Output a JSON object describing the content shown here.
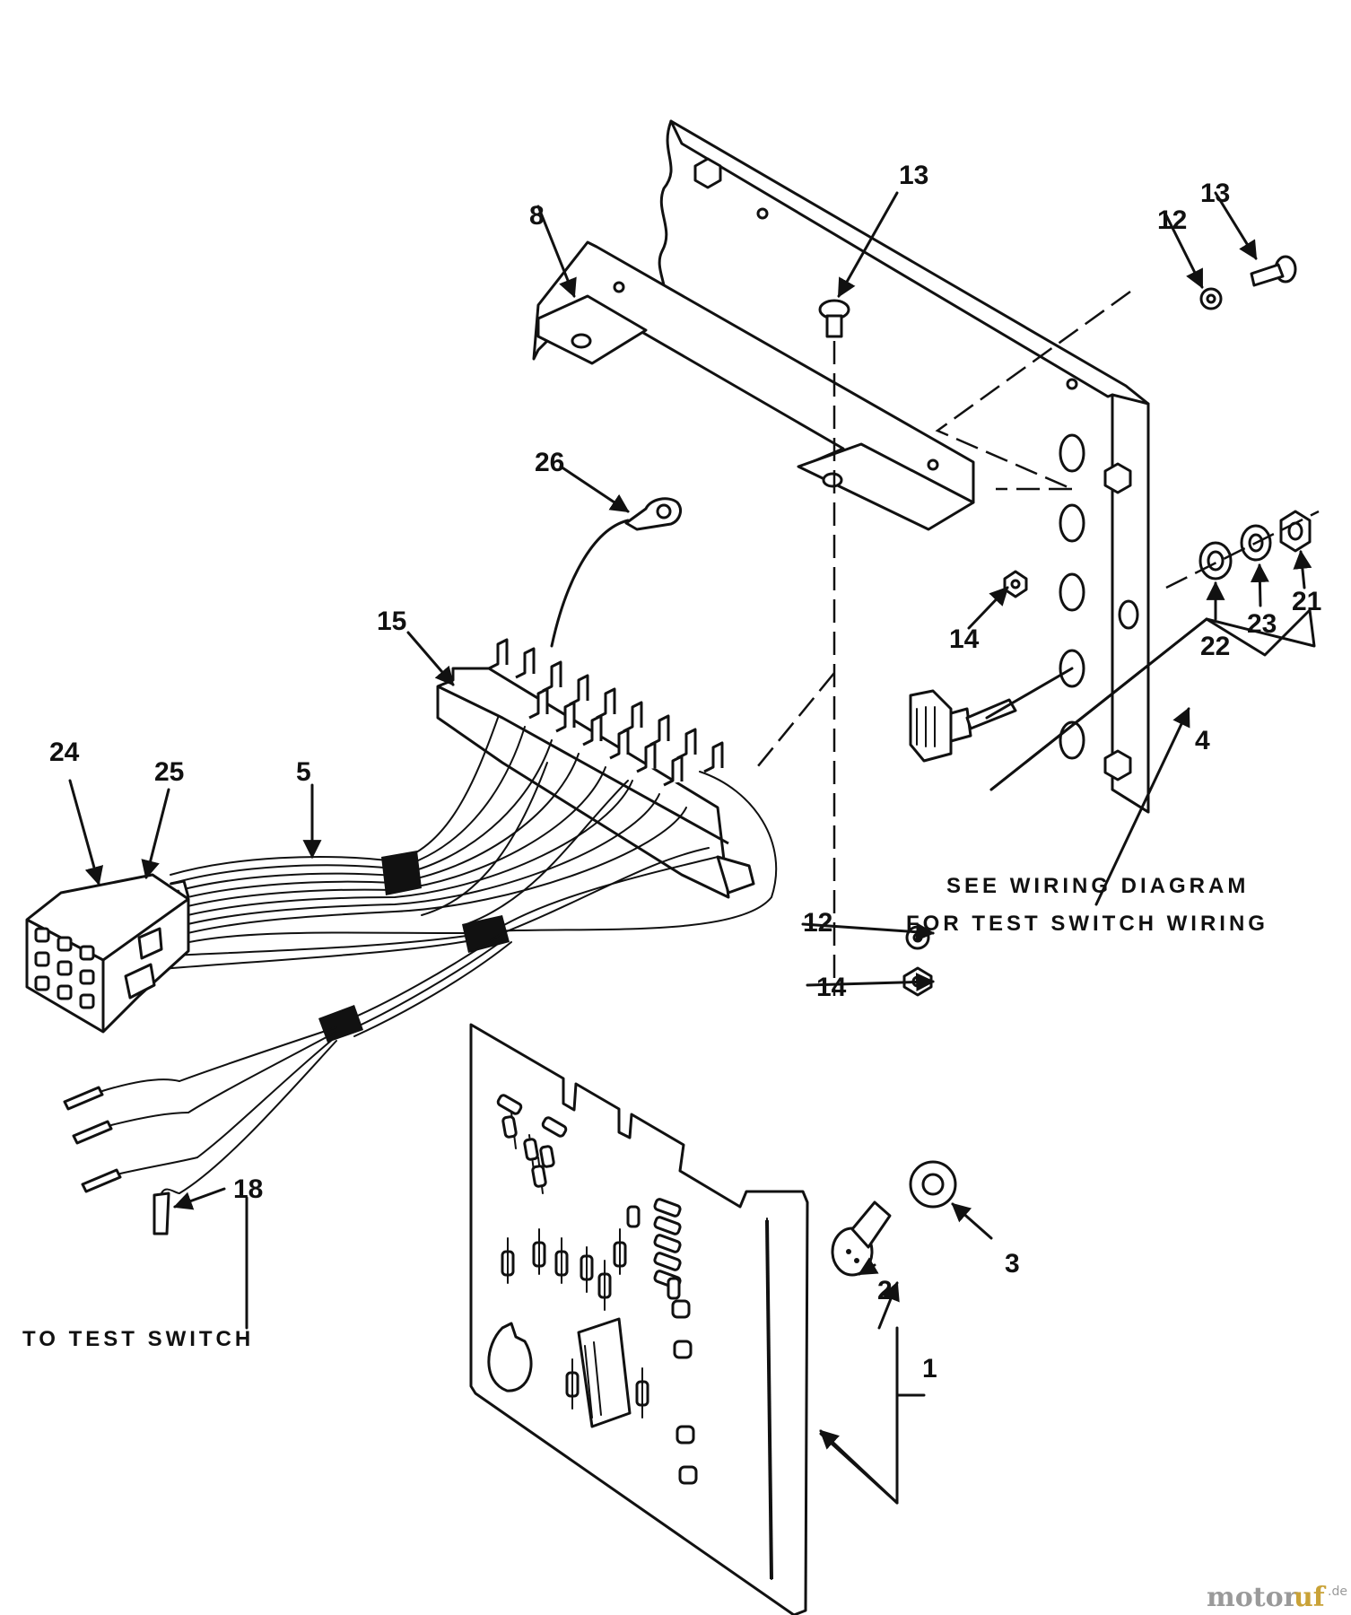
{
  "callouts": {
    "c1": "1",
    "c2": "2",
    "c3": "3",
    "c4": "4",
    "c5": "5",
    "c8": "8",
    "c12a": "12",
    "c12b": "12",
    "c13a": "13",
    "c13b": "13",
    "c14a": "14",
    "c14b": "14",
    "c15": "15",
    "c18": "18",
    "c21": "21",
    "c22": "22",
    "c23": "23",
    "c24": "24",
    "c25": "25",
    "c26": "26"
  },
  "notes": {
    "wiring_line1": "SEE WIRING DIAGRAM",
    "wiring_line2": "FOR TEST SWITCH WIRING",
    "test_switch": "TO TEST SWITCH"
  },
  "watermark": {
    "part1": "motor",
    "part2": "uf",
    "part3": ".de"
  }
}
